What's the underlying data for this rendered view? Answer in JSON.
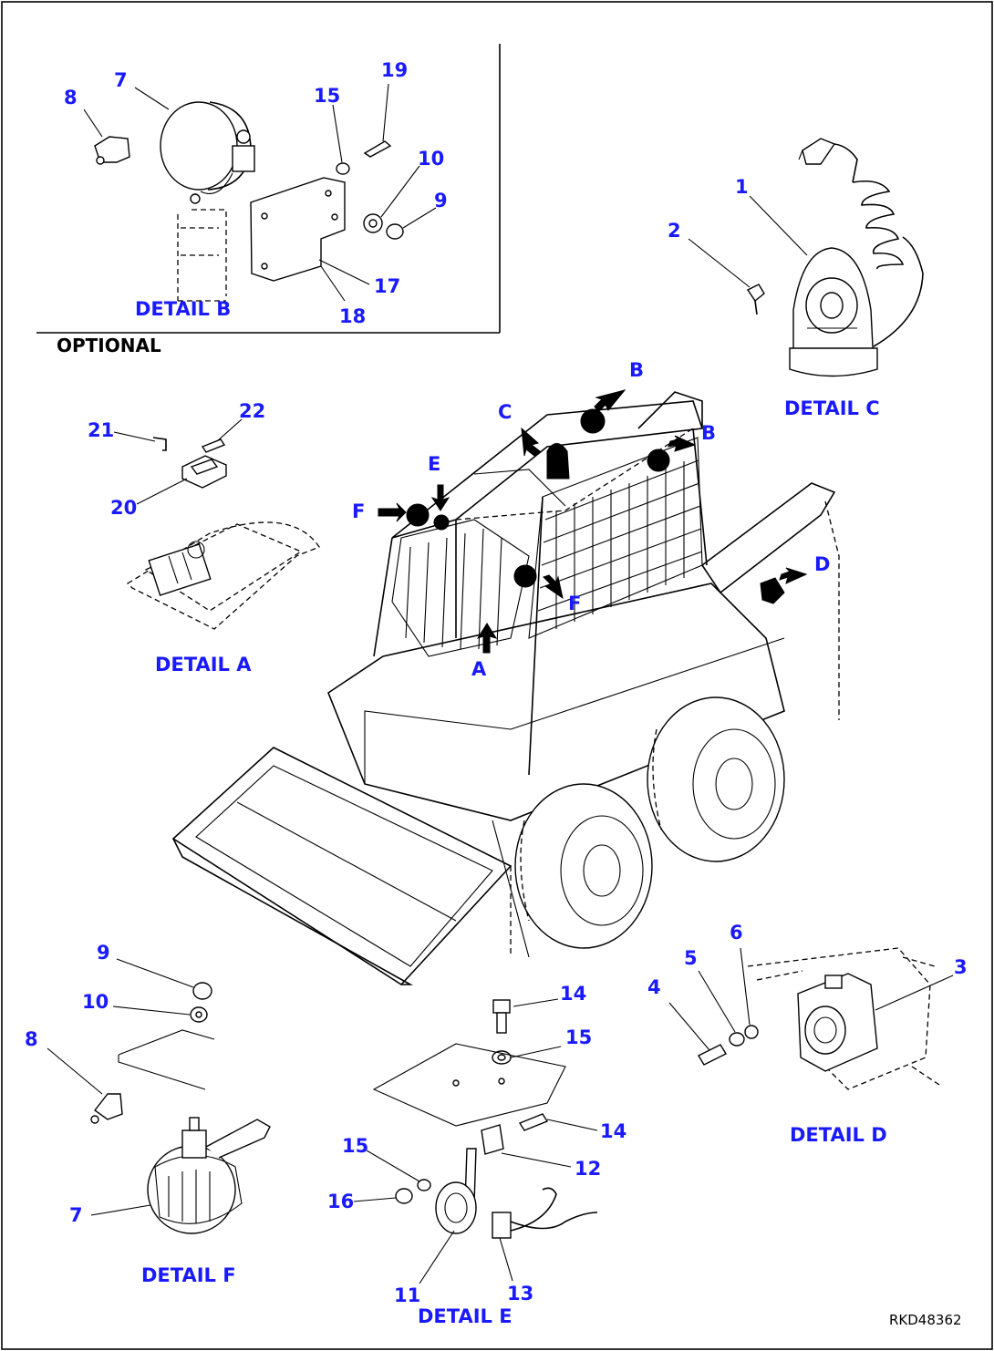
{
  "labels": {
    "optional": "OPTIONAL",
    "drawing_code": "RKD48362",
    "details": {
      "a": "DETAIL A",
      "b": "DETAIL B",
      "c": "DETAIL C",
      "d": "DETAIL D",
      "e": "DETAIL E",
      "f": "DETAIL F"
    },
    "letters": {
      "a": "A",
      "b1": "B",
      "b2": "B",
      "c": "C",
      "d": "D",
      "e": "E",
      "f1": "F",
      "f2": "F"
    }
  },
  "callouts": {
    "b_7": "7",
    "b_8": "8",
    "b_15": "15",
    "b_19": "19",
    "b_10": "10",
    "b_9": "9",
    "b_17": "17",
    "b_18": "18",
    "c_1": "1",
    "c_2": "2",
    "a_21": "21",
    "a_22": "22",
    "a_20": "20",
    "f_9": "9",
    "f_10": "10",
    "f_8": "8",
    "f_7": "7",
    "e_14a": "14",
    "e_15a": "15",
    "e_14b": "14",
    "e_12": "12",
    "e_15b": "15",
    "e_16": "16",
    "e_11": "11",
    "e_13": "13",
    "d_6": "6",
    "d_5": "5",
    "d_4": "4",
    "d_3": "3"
  }
}
